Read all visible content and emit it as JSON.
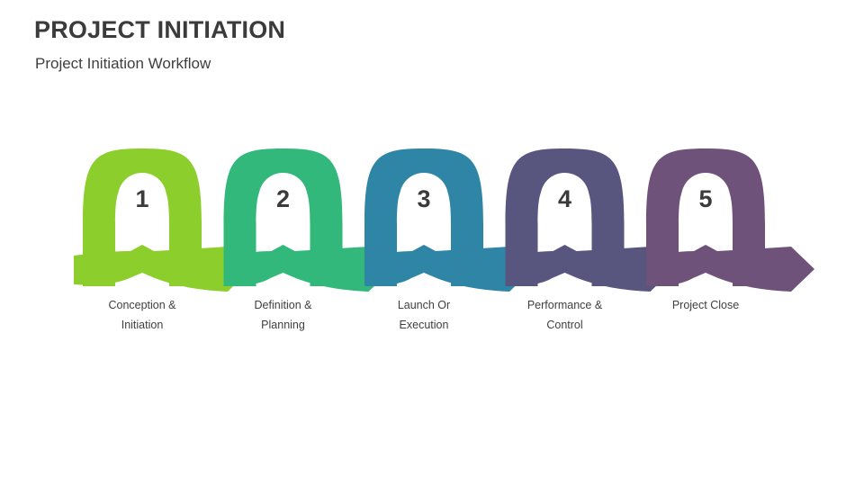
{
  "header": {
    "title": "PROJECT INITIATION",
    "subtitle": "Project Initiation Workflow"
  },
  "diagram": {
    "type": "process-flow",
    "orientation": "horizontal",
    "step_count": 5,
    "steps": [
      {
        "number": "1",
        "label_line1": "Conception &",
        "label_line2": "Initiation",
        "label": "Conception & Initiation",
        "color": "#8CCE2B"
      },
      {
        "number": "2",
        "label_line1": "Definition &",
        "label_line2": "Planning",
        "label": "Definition & Planning",
        "color": "#31B87A"
      },
      {
        "number": "3",
        "label_line1": "Launch Or",
        "label_line2": "Execution",
        "label": "Launch Or Execution",
        "color": "#2E85A6"
      },
      {
        "number": "4",
        "label_line1": "Performance &",
        "label_line2": "Control",
        "label": "Performance & Control",
        "color": "#58567E"
      },
      {
        "number": "5",
        "label_line1": "Project Close",
        "label_line2": "",
        "label": "Project Close",
        "color": "#6F5279"
      }
    ]
  },
  "colors": {
    "background": "#FFFFFF",
    "title_text": "#3B3B3B",
    "subtitle_text": "#3F3F3F",
    "label_text": "#3F3F3F",
    "pin_inner": "#FFFFFF"
  }
}
